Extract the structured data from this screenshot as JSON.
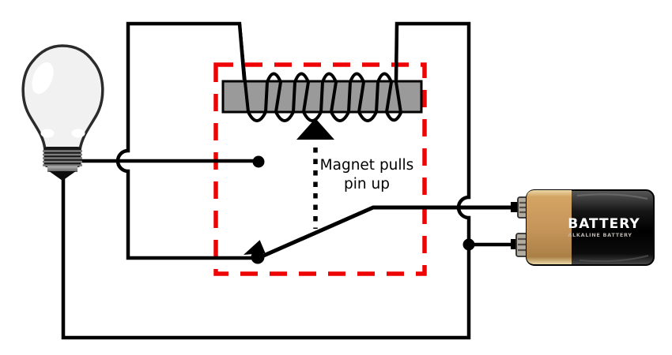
{
  "annotation": {
    "line1": "Magnet pulls",
    "line2": "pin up"
  },
  "battery": {
    "label": "BATTERY",
    "sublabel": "ALKALINE BATTERY"
  },
  "icons": {
    "bulb": "light-bulb-icon",
    "coil": "electromagnet-coil-icon",
    "battery": "nine-volt-battery-icon",
    "switch": "relay-switch-icon",
    "arrow": "up-arrow-icon"
  },
  "colors": {
    "wire": "#000000",
    "relay_boundary": "#ee0404",
    "coil_core": "#9a9a9a",
    "battery_tan": "#c99b5f",
    "battery_body": "#0d0d0d",
    "bulb_glass": "#f1f1f1",
    "background": "#ffffff"
  }
}
